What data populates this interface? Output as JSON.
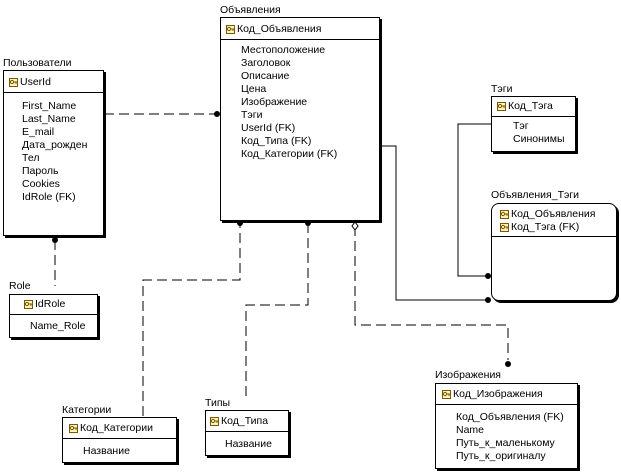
{
  "entities": {
    "users": {
      "title": "Пользователи",
      "pk": [
        "UserId"
      ],
      "attrs": [
        "First_Name",
        "Last_Name",
        "E_mail",
        "Дата_рожден",
        "Тел",
        "Пароль",
        "Cookies",
        "IdRole (FK)"
      ]
    },
    "ads": {
      "title": "Объявления",
      "pk": [
        "Код_Объявления"
      ],
      "attrs": [
        "Местоположение",
        "Заголовок",
        "Описание",
        "Цена",
        "Изображение",
        "Тэги",
        "UserId (FK)",
        "Код_Типа (FK)",
        "Код_Категории (FK)"
      ]
    },
    "tags": {
      "title": "Тэги",
      "pk": [
        "Код_Тэга"
      ],
      "attrs": [
        "Тэг",
        "Синонимы"
      ]
    },
    "ad_tags": {
      "title": "Объявления_Тэги",
      "pk": [
        "Код_Объявления",
        "Код_Тэга (FK)"
      ],
      "attrs": []
    },
    "role": {
      "title": "Role",
      "pk": [
        "IdRole"
      ],
      "attrs": [
        "Name_Role"
      ]
    },
    "categories": {
      "title": "Категории",
      "pk": [
        "Код_Категории"
      ],
      "attrs": [
        "Название"
      ]
    },
    "types": {
      "title": "Типы",
      "pk": [
        "Код_Типа"
      ],
      "attrs": [
        "Название"
      ]
    },
    "images": {
      "title": "Изображения",
      "pk": [
        "Код_Изображения"
      ],
      "attrs": [
        "Код_Объявления (FK)",
        "Name",
        "Путь_к_маленькому",
        "Путь_к_оригиналу"
      ]
    }
  },
  "colors": {
    "line": "#000000",
    "key_gold": "#c9a227"
  }
}
